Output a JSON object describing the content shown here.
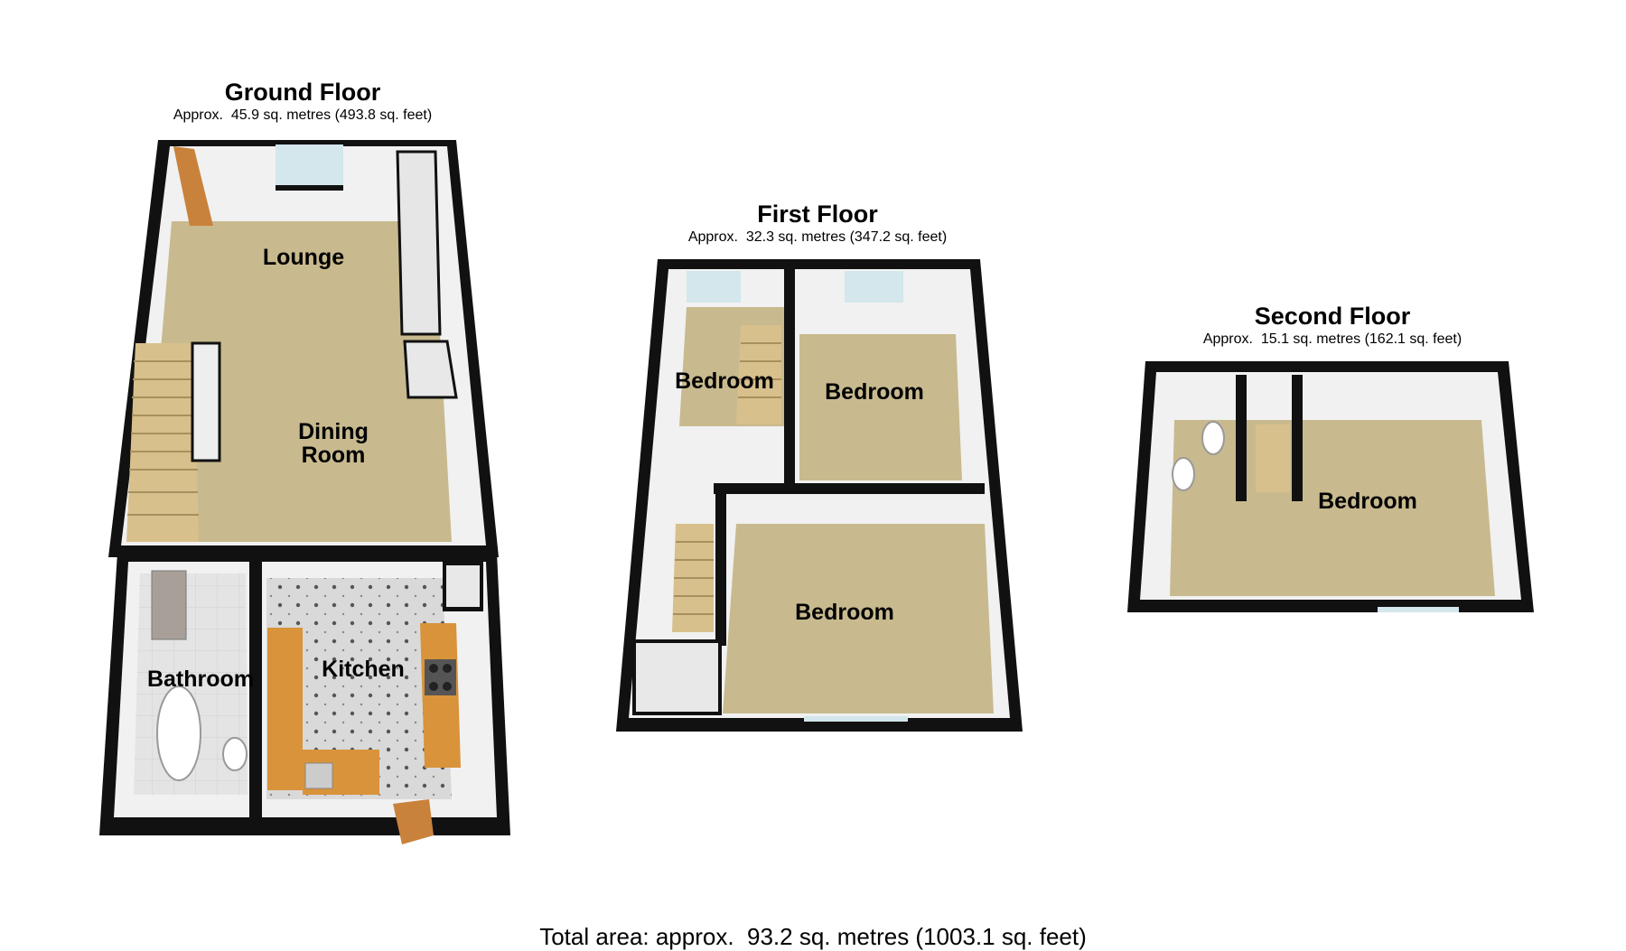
{
  "floors": [
    {
      "title": "Ground Floor",
      "area": "Approx.  45.9 sq. metres (493.8 sq. feet)",
      "rooms": [
        {
          "label": "Lounge"
        },
        {
          "label": "Dining"
        },
        {
          "label": "Room"
        },
        {
          "label": "Bathroom"
        },
        {
          "label": "Kitchen"
        }
      ]
    },
    {
      "title": "First Floor",
      "area": "Approx.  32.3 sq. metres (347.2 sq. feet)",
      "rooms": [
        {
          "label": "Bedroom"
        },
        {
          "label": "Bedroom"
        },
        {
          "label": "Bedroom"
        }
      ]
    },
    {
      "title": "Second Floor",
      "area": "Approx.  15.1 sq. metres (162.1 sq. feet)",
      "rooms": [
        {
          "label": "Bedroom"
        }
      ]
    }
  ],
  "total": "Total area: approx.  93.2 sq. metres (1003.1 sq. feet)",
  "colors": {
    "wall": "#111111",
    "carpet": "#c9bb8f",
    "inner_wall": "#f2f2f2",
    "tile": "#d6d6d6",
    "worktop": "#d9933a",
    "stairs": "#d8c08c",
    "door": "#c9823b",
    "window": "#cfe5ea"
  }
}
